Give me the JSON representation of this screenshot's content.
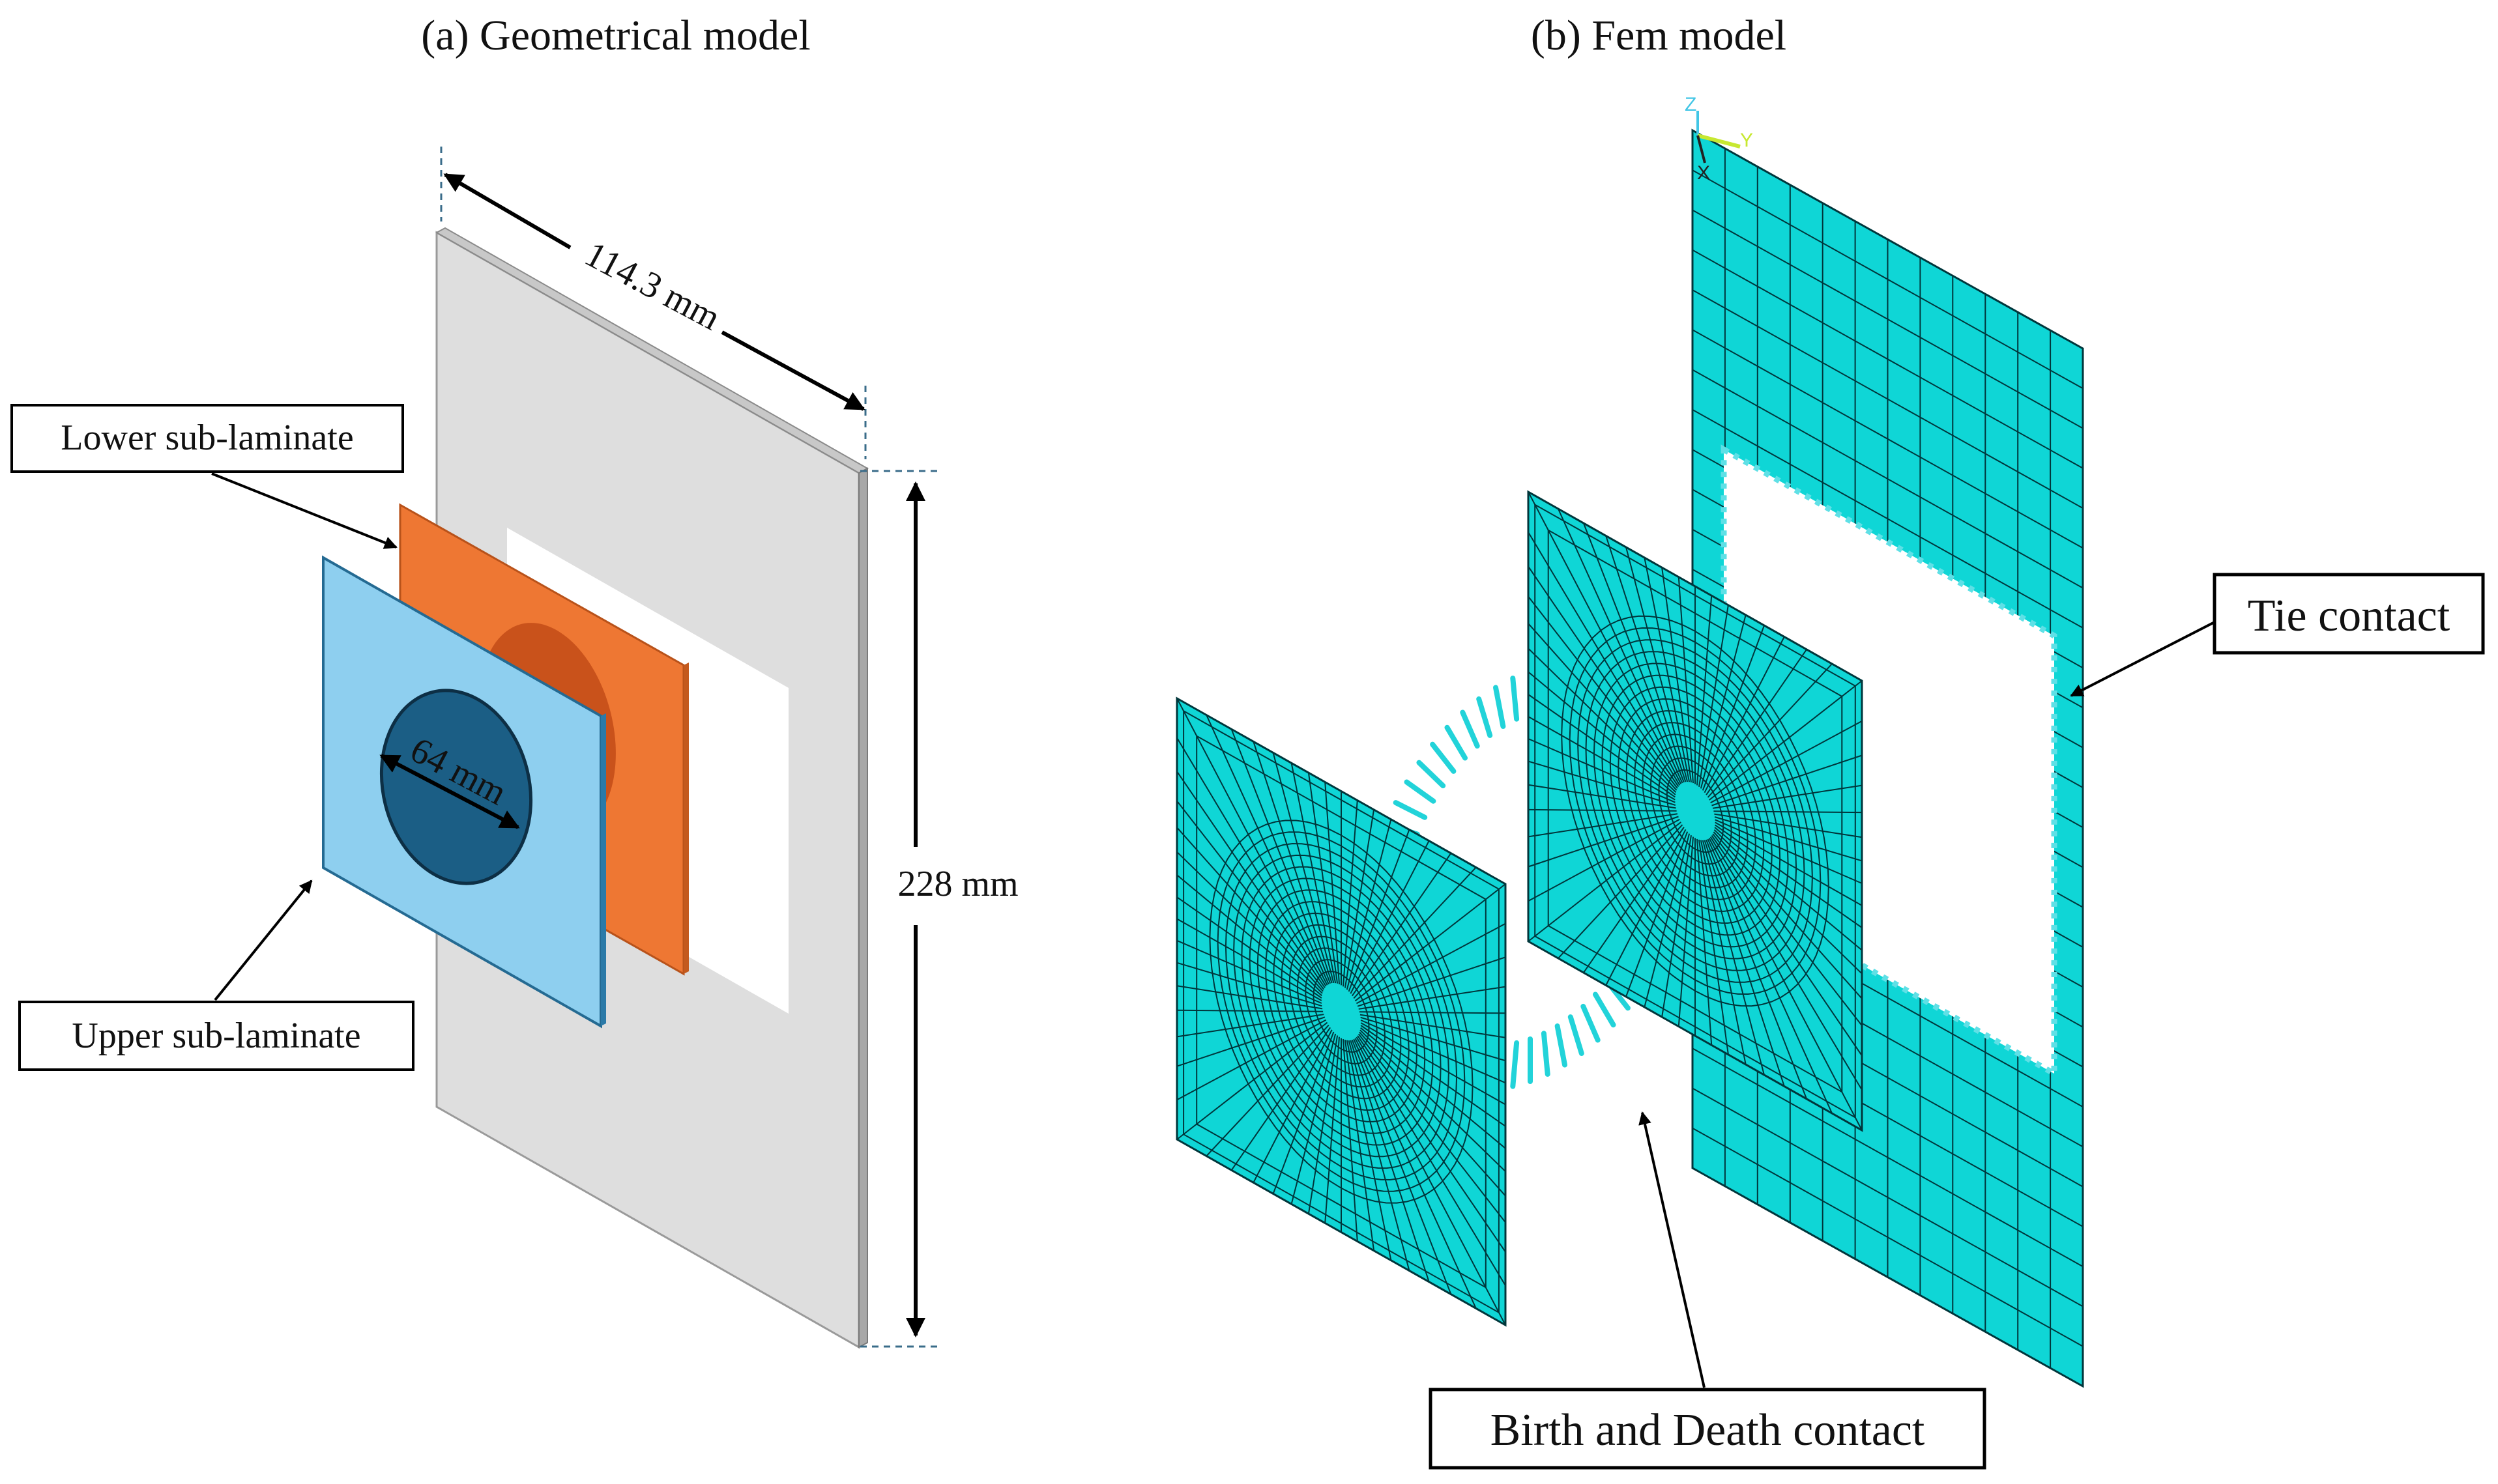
{
  "captions": {
    "left": "(a) Geometrical model",
    "right": "(b) Fem model"
  },
  "dimensions": {
    "width": "114.3 mm",
    "height": "228 mm",
    "diameter": "64 mm"
  },
  "callouts": {
    "lower_sub_laminate": "Lower sub-laminate",
    "upper_sub_laminate": "Upper sub-laminate",
    "tie_contact": "Tie contact",
    "birth_death_contact": "Birth and Death contact"
  },
  "axes": {
    "z": "Z",
    "y": "Y",
    "x": "X"
  },
  "colors": {
    "main_panel": "#dedede",
    "lower_sub_laminate": "#ee7733",
    "upper_sub_laminate": "#8ecfef",
    "upper_patch": "#1b5e85",
    "mesh_fill": "#0fd6d6",
    "mesh_line": "#00363b",
    "contact_dash": "#5fe0e6"
  }
}
